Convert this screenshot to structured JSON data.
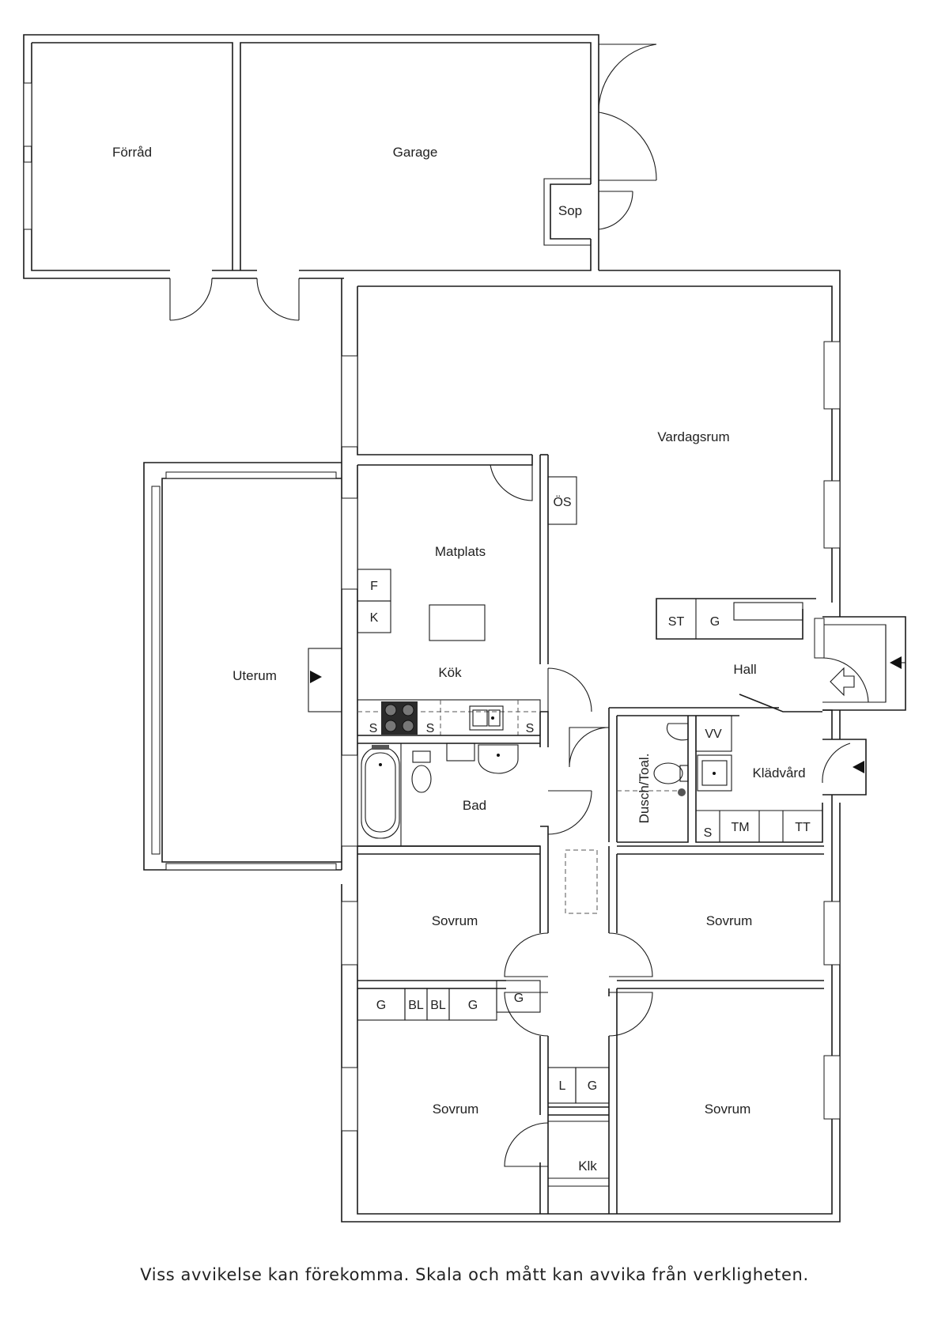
{
  "rooms": {
    "forrad": "Förråd",
    "garage": "Garage",
    "sop": "Sop",
    "vardagsrum": "Vardagsrum",
    "matplats": "Matplats",
    "kok": "Kök",
    "uterum": "Uterum",
    "hall": "Hall",
    "bad": "Bad",
    "dusch_toal": "Dusch/Toal.",
    "kladvard": "Klädvård",
    "sovrum_1": "Sovrum",
    "sovrum_2": "Sovrum",
    "sovrum_3": "Sovrum",
    "sovrum_4": "Sovrum",
    "klk": "Klk"
  },
  "fixtures": {
    "os": "ÖS",
    "f": "F",
    "k": "K",
    "st": "ST",
    "g_hall": "G",
    "s1": "S",
    "s2": "S",
    "s3": "S",
    "vv": "VV",
    "s_kv": "S",
    "tm": "TM",
    "tt": "TT",
    "g1": "G",
    "bl1": "BL",
    "bl2": "BL",
    "g2": "G",
    "g3": "G",
    "l": "L",
    "g4": "G"
  },
  "disclaimer": "Viss avvikelse kan förekomma. Skala och mått kan avvika från verkligheten."
}
